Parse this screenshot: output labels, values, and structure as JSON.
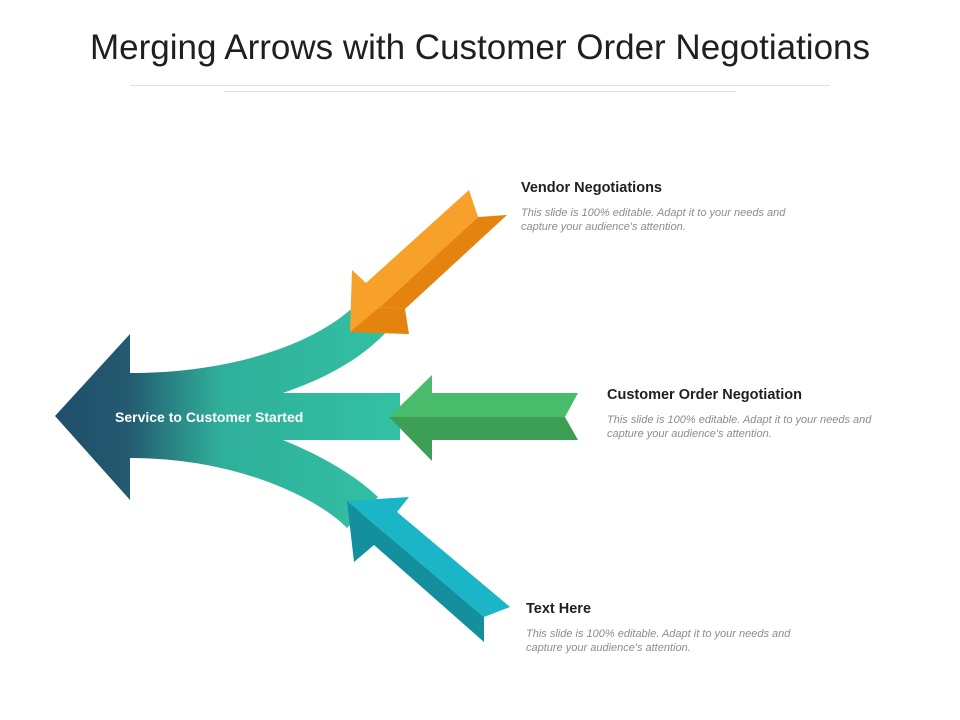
{
  "title": "Merging Arrows with Customer Order Negotiations",
  "center_label": "Service to Customer Started",
  "items": [
    {
      "heading": "Vendor Negotiations",
      "text": "This slide is 100% editable. Adapt it to your needs and capture your audience's attention.",
      "color": "#F7A12B"
    },
    {
      "heading": "Customer Order Negotiation",
      "text": "This slide is 100% editable. Adapt it to your needs and capture your audience's attention.",
      "color": "#47B86A"
    },
    {
      "heading": "Text Here",
      "text": "This slide is 100% editable. Adapt it to your needs and capture your audience's attention.",
      "color": "#1AB5C6"
    }
  ],
  "colors": {
    "main_dark": "#1F4E6B",
    "main_teal": "#33C3A4"
  }
}
